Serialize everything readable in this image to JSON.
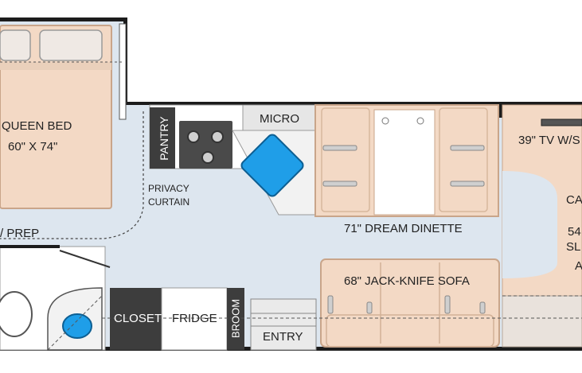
{
  "labels": {
    "queen_bed": "QUEEN BED",
    "bed_size": "60\" X 74\"",
    "pantry": "PANTRY",
    "micro": "MICRO",
    "privacy_curtain_line1": "PRIVACY",
    "privacy_curtain_line2": "CURTAIN",
    "dinette": "71\" DREAM DINETTE",
    "prep": "/ PREP",
    "tv": "39\" TV W/S",
    "cab_line1": "CA",
    "cab_line2": "54",
    "cab_line3": "SL",
    "cab_line4": "A",
    "sofa": "68\" JACK-KNIFE SOFA",
    "closet": "CLOSET",
    "fridge": "FRIDGE",
    "broom": "BROOM",
    "entry": "ENTRY"
  },
  "colors": {
    "floor": "#dde6ef",
    "wall": "#1c1c1c",
    "furniture": "#f3d9c5",
    "furniture_stroke": "#c9a58a",
    "dark_cabinet": "#3d3d3d",
    "water": "#1f9ee8",
    "white_fixture": "#ffffff"
  }
}
